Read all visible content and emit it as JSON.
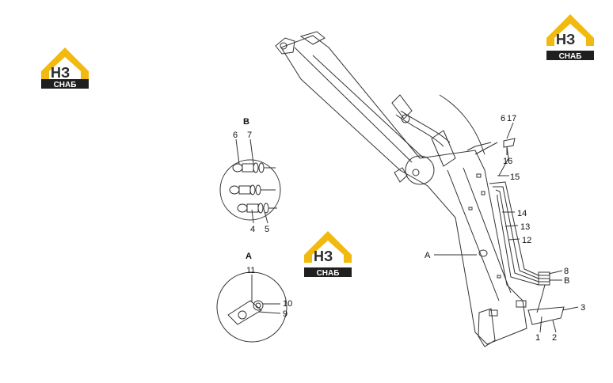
{
  "logo": {
    "mark_letters": "НЗ",
    "word": "СНАБ",
    "colors": {
      "roof": "#f2b90f",
      "mark": "#2a2a2a",
      "plate": "#1f1f1f"
    }
  },
  "view_B": {
    "title": "B",
    "callouts": {
      "c6": "6",
      "c7": "7",
      "c4": "4",
      "c5": "5"
    }
  },
  "view_A": {
    "title": "A",
    "callouts": {
      "c11": "11",
      "c10": "10",
      "c9": "9"
    }
  },
  "main_view": {
    "callouts": {
      "c6": "6",
      "c17": "17",
      "c16": "16",
      "c15": "15",
      "c14": "14",
      "c13": "13",
      "c12": "12",
      "cA": "A",
      "c8": "8",
      "cB": "B",
      "c3": "3",
      "c1": "1",
      "c2": "2"
    }
  },
  "colors": {
    "line": "#333333",
    "text": "#111111"
  }
}
